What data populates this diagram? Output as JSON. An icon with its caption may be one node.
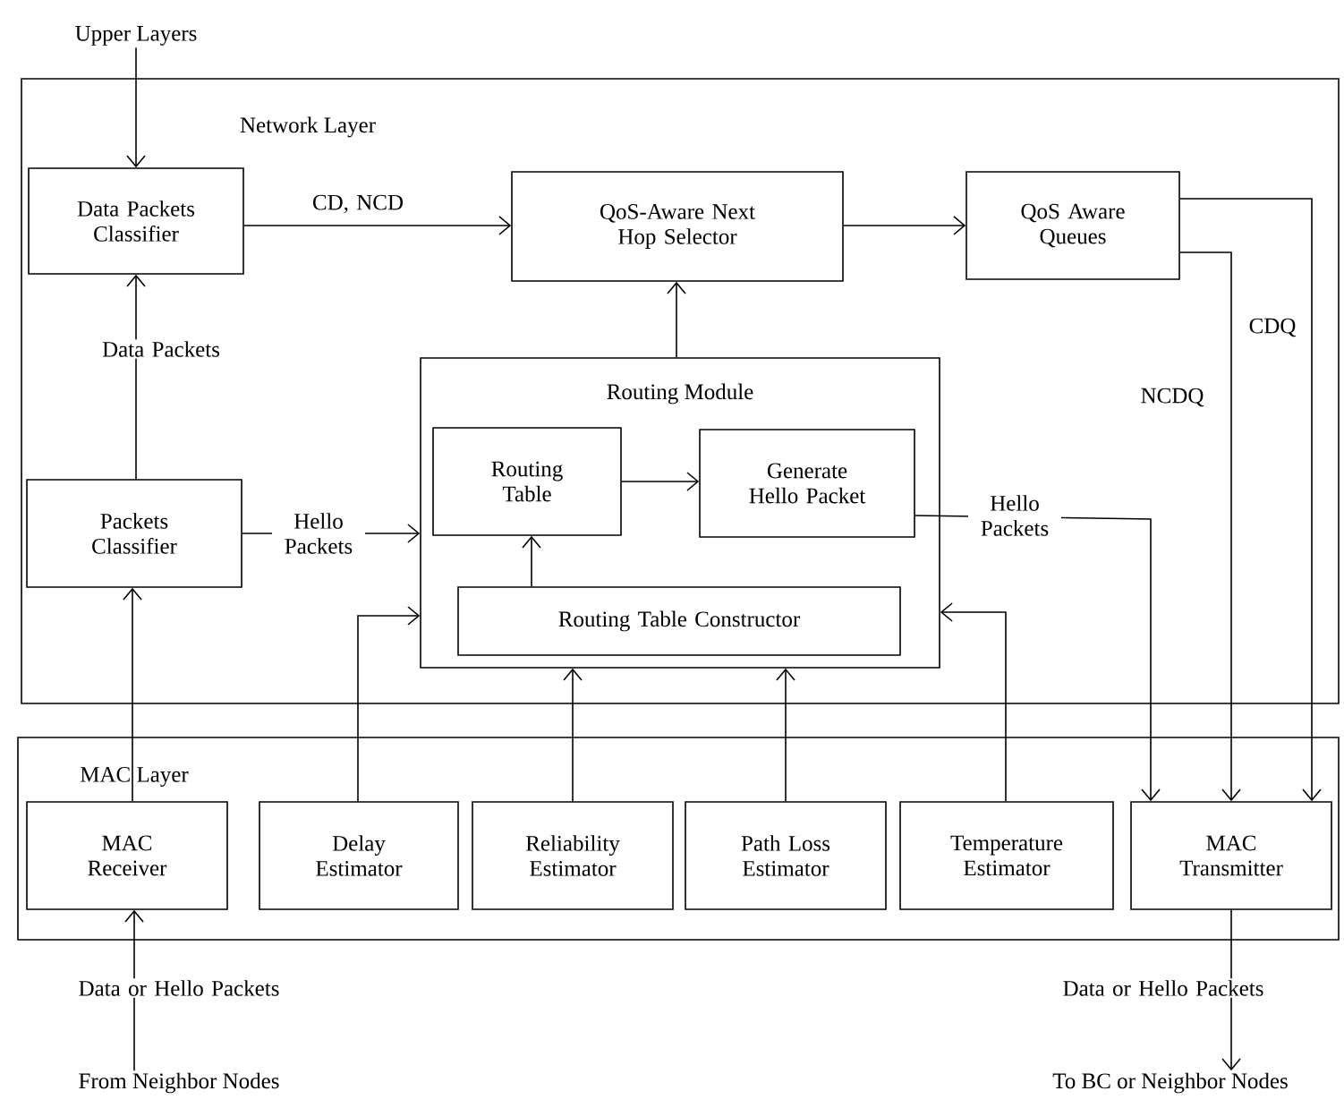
{
  "diagram": {
    "nodes": [
      {
        "text": [
          "Network Layer"
        ]
      },
      {
        "text": [
          "Upper Layers"
        ]
      },
      {
        "text": [
          "Data Packets Classifier"
        ],
        "in": 0
      },
      {
        "text": [
          "QoS-Aware Next Hop Selector"
        ],
        "in": 0
      },
      {
        "text": [
          "QoS Aware Queues"
        ],
        "in": 0
      },
      {
        "text": [
          "Routing Module"
        ],
        "in": 0
      },
      {
        "text": [
          "Routing Table"
        ],
        "in": 5
      },
      {
        "text": [
          "Generate Hello Packet"
        ],
        "in": 5
      },
      {
        "text": [
          "Packets Classifier"
        ],
        "in": 0
      },
      {
        "text": [
          "Routing Table Constructor"
        ],
        "in": 5
      },
      {
        "text": [
          "MAC Layer"
        ]
      },
      {
        "text": [
          "MAC Receiver"
        ],
        "in": 10
      },
      {
        "text": [
          "Delay Estimator"
        ],
        "in": 10
      },
      {
        "text": [
          "Reliability Estimator"
        ],
        "in": 10
      },
      {
        "text": [
          "Path Loss Estimator"
        ],
        "in": 10
      },
      {
        "text": [
          "Temperature Estimator"
        ],
        "in": 10
      },
      {
        "text": [
          "MAC Transmitter"
        ],
        "in": 10
      },
      {
        "text": [
          "From Neighbor Nodes"
        ]
      },
      {
        "text": [
          "To BC or Neighbor Nodes"
        ]
      }
    ],
    "edges": [
      {
        "from": 1,
        "to": 2,
        "arrow": "to"
      },
      {
        "from": 2,
        "to": 3,
        "arrow": "to",
        "label": "CD, NCD"
      },
      {
        "from": 3,
        "to": 4,
        "arrow": "to"
      },
      {
        "from": 5,
        "to": 3,
        "arrow": "to"
      },
      {
        "from": 8,
        "to": 2,
        "arrow": "to",
        "label": "Data Packets"
      },
      {
        "from": 8,
        "to": 5,
        "arrow": "to",
        "label": "Hello Packets"
      },
      {
        "from": 6,
        "to": 7,
        "arrow": "to"
      },
      {
        "from": 9,
        "to": 6,
        "arrow": "to"
      },
      {
        "from": 7,
        "to": 16,
        "arrow": "to",
        "label": "Hello Packets"
      },
      {
        "from": 4,
        "to": 16,
        "arrow": "to",
        "label": "NCDQ"
      },
      {
        "from": 4,
        "to": 16,
        "arrow": "to",
        "label": "CDQ"
      },
      {
        "from": 11,
        "to": 8,
        "arrow": "to"
      },
      {
        "from": 12,
        "to": 5,
        "arrow": "to"
      },
      {
        "from": 13,
        "to": 5,
        "arrow": "to"
      },
      {
        "from": 14,
        "to": 5,
        "arrow": "to"
      },
      {
        "from": 15,
        "to": 5,
        "arrow": "to"
      },
      {
        "from": 17,
        "to": 11,
        "arrow": "to",
        "label": "Data or Hello Packets"
      },
      {
        "from": 16,
        "to": 18,
        "arrow": "to",
        "label": "Data or Hello Packets"
      }
    ]
  }
}
